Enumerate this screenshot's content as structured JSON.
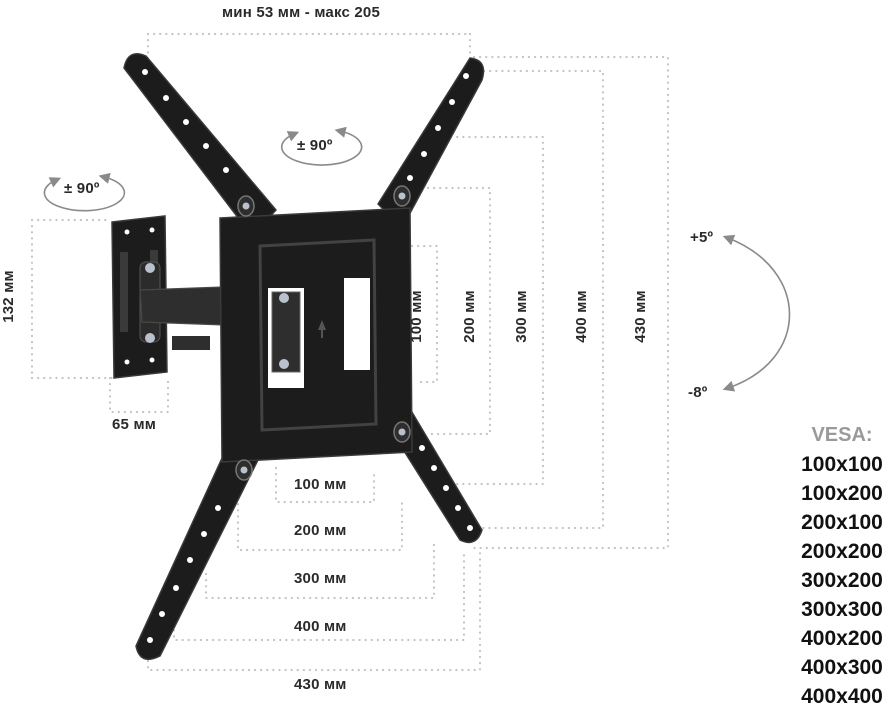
{
  "labels": {
    "depth_range": "мин 53 мм - макс 205",
    "rotate_plate": "± 90º",
    "rotate_wall": "± 90º",
    "wall_height": "132 мм",
    "wall_width": "65 мм",
    "tilt_up": "+5º",
    "tilt_down": "-8º",
    "v100": "100 мм",
    "v200": "200 мм",
    "v300": "300 мм",
    "v400": "400 мм",
    "v430": "430 мм",
    "h100": "100 мм",
    "h200": "200 мм",
    "h300": "300 мм",
    "h400": "400 мм",
    "h430": "430 мм"
  },
  "vesa": {
    "title": "VESA:",
    "items": [
      "100x100",
      "100x200",
      "200x100",
      "200x200",
      "300x200",
      "300x300",
      "400x200",
      "400x300",
      "400x400"
    ]
  },
  "colors": {
    "metal": "#1c1c1c",
    "metal_edge": "#3a3a3a",
    "dots": "#c4c4c4",
    "arc": "#8a8a8a",
    "vesa_title": "#9a9a9a"
  }
}
